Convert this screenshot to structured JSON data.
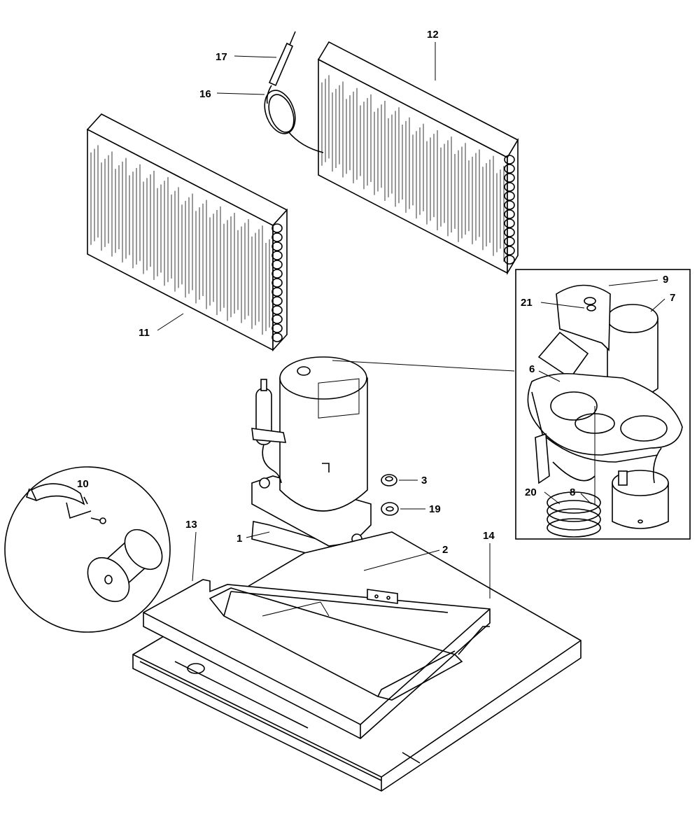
{
  "diagram": {
    "labels": {
      "l1": "1",
      "l2": "2",
      "l3": "3",
      "l6": "6",
      "l7": "7",
      "l8": "8",
      "l9": "9",
      "l10": "10",
      "l11": "11",
      "l12": "12",
      "l13": "13",
      "l14": "14",
      "l16": "16",
      "l17": "17",
      "l19": "19",
      "l20": "20",
      "l21": "21"
    }
  }
}
